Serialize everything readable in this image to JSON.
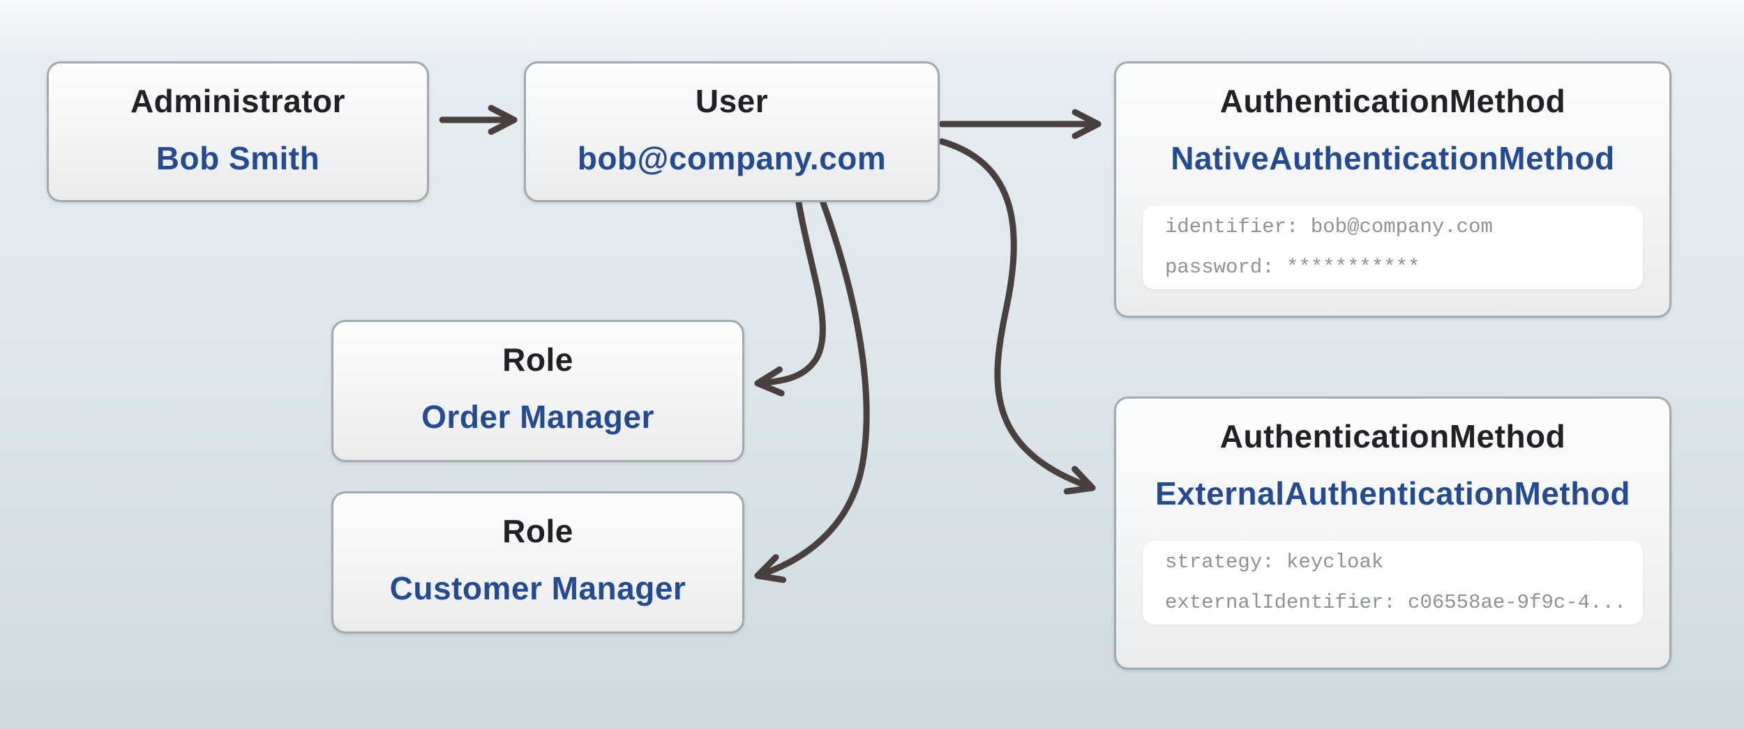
{
  "colors": {
    "accent_blue": "#254a94",
    "title_text": "#202124",
    "attribute_text": "#8d9297",
    "arrow": "#4a3f3f",
    "box_border": "#a2a9ae",
    "background_top": "#e6edf2",
    "background_bottom": "#cfdae0"
  },
  "nodes": {
    "administrator": {
      "title": "Administrator",
      "subtitle": "Bob Smith"
    },
    "user": {
      "title": "User",
      "subtitle": "bob@company.com"
    },
    "native_auth": {
      "title": "AuthenticationMethod",
      "subtitle": "NativeAuthenticationMethod",
      "attrs": [
        "identifier: bob@company.com",
        "password: ***********"
      ]
    },
    "role_order": {
      "title": "Role",
      "subtitle": "Order Manager"
    },
    "role_customer": {
      "title": "Role",
      "subtitle": "Customer Manager"
    },
    "external_auth": {
      "title": "AuthenticationMethod",
      "subtitle": "ExternalAuthenticationMethod",
      "attrs": [
        "strategy: keycloak",
        "externalIdentifier: c06558ae-9f9c-4..."
      ]
    }
  },
  "edges": [
    {
      "from": "Administrator (Bob Smith)",
      "to": "User (bob@company.com)"
    },
    {
      "from": "User (bob@company.com)",
      "to": "AuthenticationMethod (NativeAuthenticationMethod)"
    },
    {
      "from": "User (bob@company.com)",
      "to": "AuthenticationMethod (ExternalAuthenticationMethod)"
    },
    {
      "from": "User (bob@company.com)",
      "to": "Role (Order Manager)"
    },
    {
      "from": "User (bob@company.com)",
      "to": "Role (Customer Manager)"
    }
  ]
}
